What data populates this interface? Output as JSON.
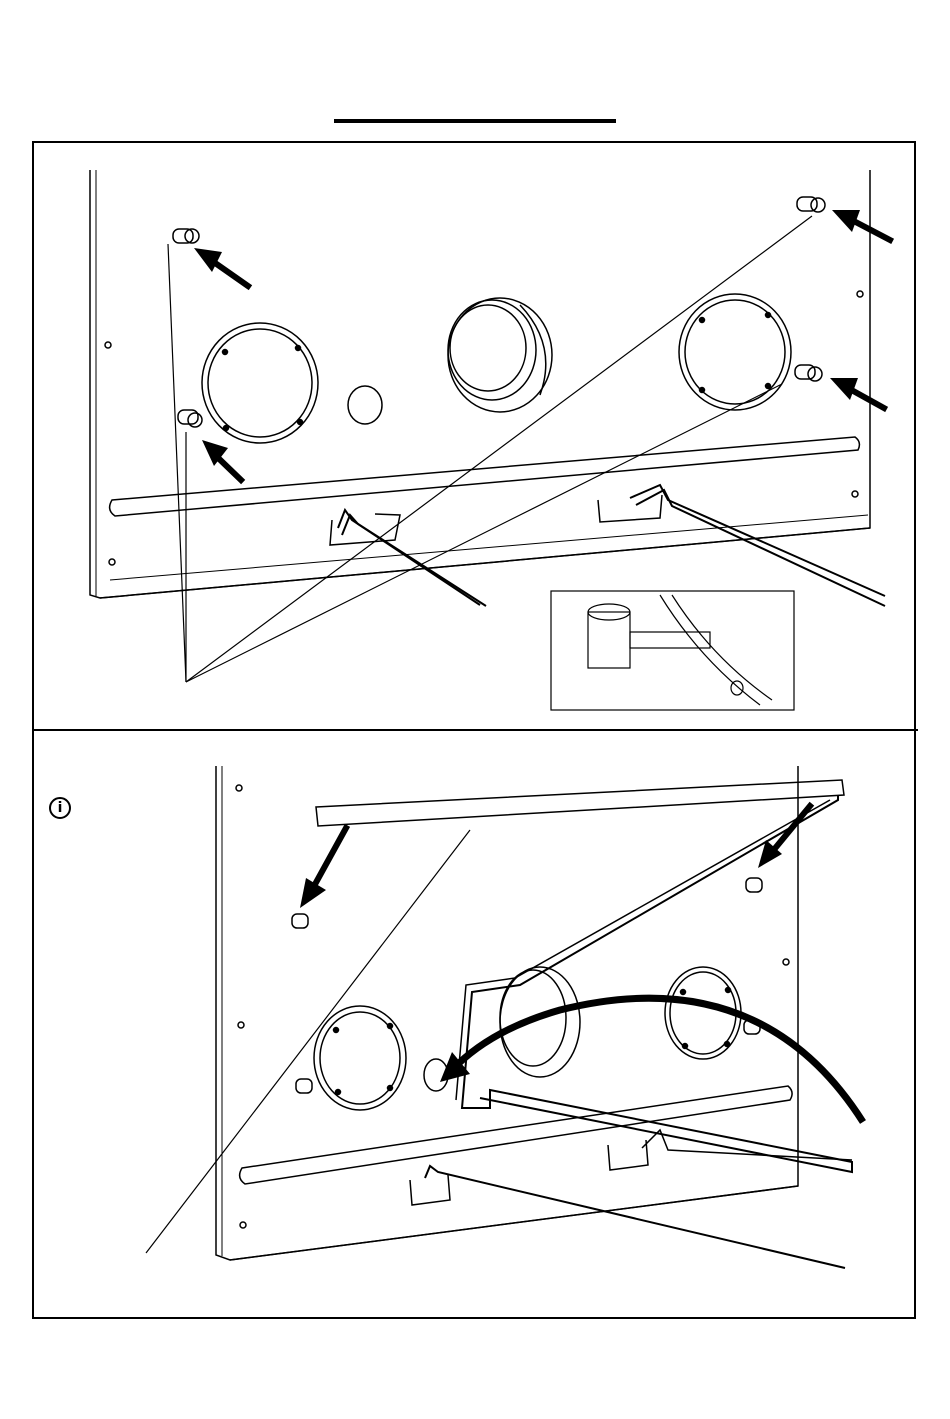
{
  "figure": {
    "panels": [
      {
        "name": "step-panel-1",
        "description_visible_text": ""
      },
      {
        "name": "step-panel-2",
        "description_visible_text": ""
      }
    ],
    "info_icon": {
      "glyph": "i",
      "icon": "info-circle-icon"
    },
    "colors": {
      "line": "#000000",
      "panel_fill": "#ffffff",
      "shade": "#e6e6e6"
    }
  }
}
